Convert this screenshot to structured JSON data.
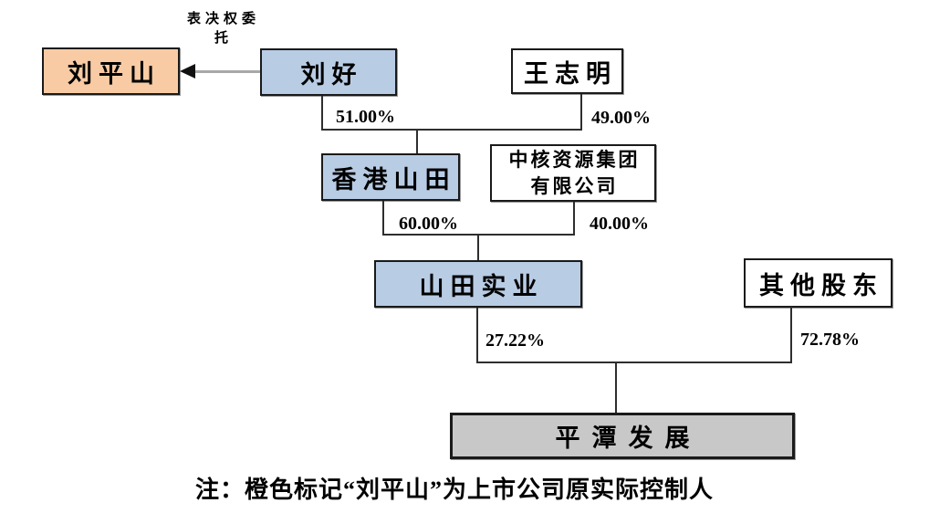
{
  "nodes": {
    "liu_pingshan": "刘平山",
    "liu_hao": "刘好",
    "wang_zhiming": "王志明",
    "hongkong_shantian": "香港山田",
    "zhonghe_line1": "中核资源集团",
    "zhonghe_line2": "有限公司",
    "shantian_shiye": "山田实业",
    "other_shareholders": "其他股东",
    "pingtan_fazhan": "平潭发展"
  },
  "labels": {
    "voting_line1": "表决权委",
    "voting_line2": "托"
  },
  "relationships": [
    {
      "from": "刘好",
      "to": "香港山田",
      "pct": "51.00%"
    },
    {
      "from": "王志明",
      "to": "香港山田",
      "pct": "49.00%"
    },
    {
      "from": "香港山田",
      "to": "山田实业",
      "pct": "60.00%"
    },
    {
      "from": "中核资源集团有限公司",
      "to": "山田实业",
      "pct": "40.00%"
    },
    {
      "from": "山田实业",
      "to": "平潭发展",
      "pct": "27.22%"
    },
    {
      "from": "其他股东",
      "to": "平潭发展",
      "pct": "72.78%"
    },
    {
      "from": "刘好",
      "to": "刘平山",
      "label": "表决权委托"
    }
  ],
  "note": "注：橙色标记“刘平山”为上市公司原实际控制人",
  "colors": {
    "highlight_orange": "#F8CBA4",
    "node_blue": "#B8CCE4",
    "node_gray": "#C8C8C8",
    "node_white": "#FFFFFF",
    "border_black": "#1A1A1A",
    "connector_line": "#2E2E2E",
    "arrow_line_gray": "#A8A8A8",
    "text_black": "#000000"
  }
}
